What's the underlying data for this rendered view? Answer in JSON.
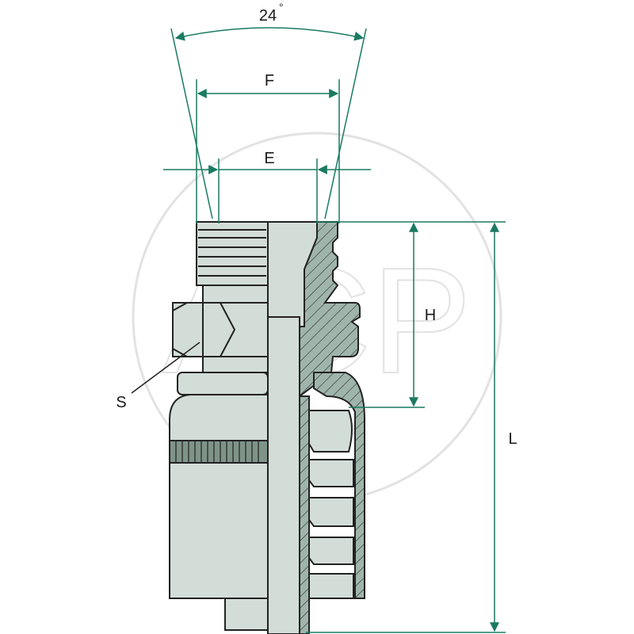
{
  "watermark": {
    "text": "ACP"
  },
  "dimensions": {
    "angle": "24",
    "angle_unit": "°",
    "F": "F",
    "E": "E",
    "H": "H",
    "L": "L",
    "S": "S"
  },
  "colors": {
    "dimension": "#1a7a62",
    "body_fill": "#d3ddd8",
    "section_fill": "#9fb5ab",
    "outline": "#222222",
    "watermark": "#e2e2e2"
  }
}
